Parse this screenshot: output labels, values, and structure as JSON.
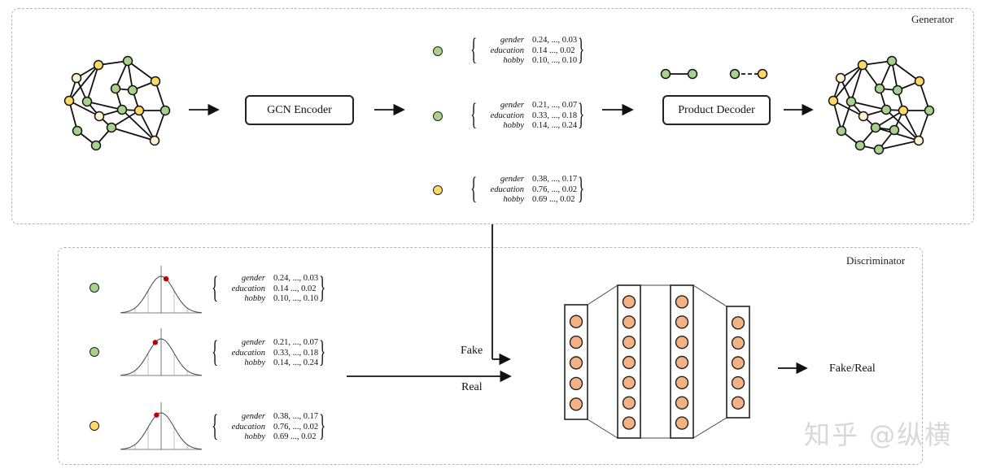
{
  "generator": {
    "title": "Generator",
    "encoder_label": "GCN Encoder",
    "decoder_label": "Product Decoder",
    "embeddings": [
      {
        "color": "green",
        "rows": [
          {
            "attr": "gender",
            "val": "0.24, ..., 0.03"
          },
          {
            "attr": "education",
            "val": "0.14  ..., 0.02"
          },
          {
            "attr": "hobby",
            "val": "0.10, ..., 0.10"
          }
        ]
      },
      {
        "color": "green",
        "rows": [
          {
            "attr": "gender",
            "val": "0.21, ..., 0.07"
          },
          {
            "attr": "education",
            "val": "0.33, ..., 0.18"
          },
          {
            "attr": "hobby",
            "val": "0.14, ..., 0.24"
          }
        ]
      },
      {
        "color": "yellow",
        "rows": [
          {
            "attr": "gender",
            "val": "0.38, ..., 0.17"
          },
          {
            "attr": "education",
            "val": "0.76, ..., 0.02"
          },
          {
            "attr": "hobby",
            "val": "0.69  ..., 0.02"
          }
        ]
      }
    ]
  },
  "discriminator": {
    "title": "Discriminator",
    "fake_label": "Fake",
    "real_label": "Real",
    "output_label": "Fake/Real",
    "samples": [
      {
        "color": "green",
        "rows": [
          {
            "attr": "gender",
            "val": "0.24, ..., 0.03"
          },
          {
            "attr": "education",
            "val": "0.14  ..., 0.02"
          },
          {
            "attr": "hobby",
            "val": "0.10, ..., 0.10"
          }
        ]
      },
      {
        "color": "green",
        "rows": [
          {
            "attr": "gender",
            "val": "0.21, ..., 0.07"
          },
          {
            "attr": "education",
            "val": "0.33, ..., 0.18"
          },
          {
            "attr": "hobby",
            "val": "0.14, ..., 0.24"
          }
        ]
      },
      {
        "color": "yellow",
        "rows": [
          {
            "attr": "gender",
            "val": "0.38, ..., 0.17"
          },
          {
            "attr": "education",
            "val": "0.76, ..., 0.02"
          },
          {
            "attr": "hobby",
            "val": "0.69  ..., 0.02"
          }
        ]
      }
    ]
  },
  "colors": {
    "green": "#a9d18e",
    "yellow": "#ffd966",
    "cream": "#fff2cc",
    "neuron": "#f4b183",
    "red": "#c00000"
  },
  "watermark": "知乎 @纵横"
}
